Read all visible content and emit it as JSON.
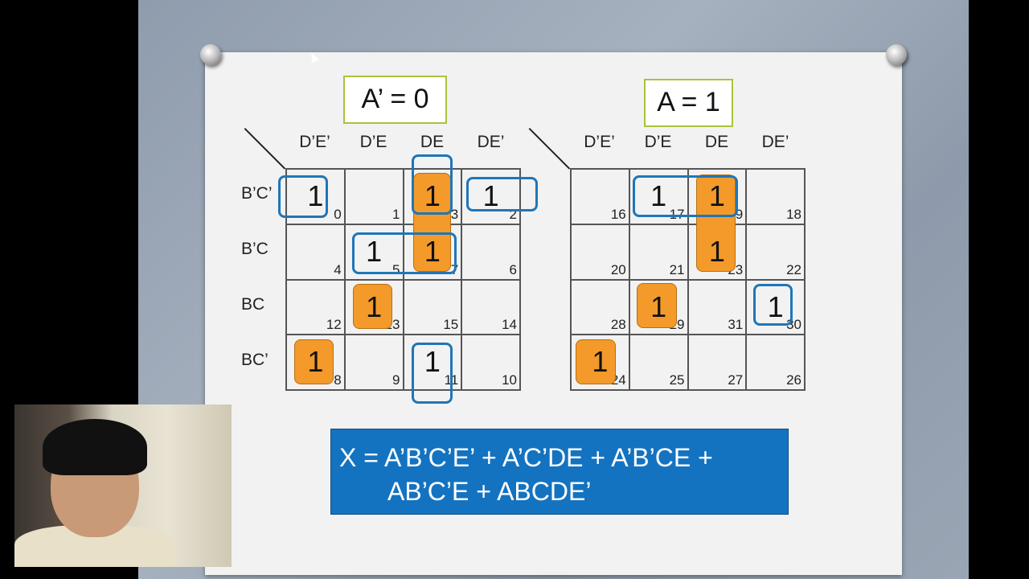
{
  "maps": [
    {
      "title": "A’ = 0",
      "col_headers": [
        "D’E’",
        "D’E",
        "DE",
        "DE’"
      ],
      "row_headers": [
        "B’C’",
        "B’C",
        "BC",
        "BC’"
      ],
      "cells": [
        [
          {
            "i": "0",
            "v": "1"
          },
          {
            "i": "1",
            "v": ""
          },
          {
            "i": "3",
            "v": "1"
          },
          {
            "i": "2",
            "v": "1"
          }
        ],
        [
          {
            "i": "4",
            "v": ""
          },
          {
            "i": "5",
            "v": "1"
          },
          {
            "i": "7",
            "v": "1"
          },
          {
            "i": "6",
            "v": ""
          }
        ],
        [
          {
            "i": "12",
            "v": ""
          },
          {
            "i": "13",
            "v": "1"
          },
          {
            "i": "15",
            "v": ""
          },
          {
            "i": "14",
            "v": ""
          }
        ],
        [
          {
            "i": "8",
            "v": "1"
          },
          {
            "i": "9",
            "v": ""
          },
          {
            "i": "11",
            "v": "1"
          },
          {
            "i": "10",
            "v": ""
          }
        ]
      ]
    },
    {
      "title": "A = 1",
      "col_headers": [
        "D’E’",
        "D’E",
        "DE",
        "DE’"
      ],
      "row_headers": [
        "",
        "",
        "",
        ""
      ],
      "cells": [
        [
          {
            "i": "16",
            "v": ""
          },
          {
            "i": "17",
            "v": "1"
          },
          {
            "i": "19",
            "v": "1"
          },
          {
            "i": "18",
            "v": ""
          }
        ],
        [
          {
            "i": "20",
            "v": ""
          },
          {
            "i": "21",
            "v": ""
          },
          {
            "i": "23",
            "v": "1"
          },
          {
            "i": "22",
            "v": ""
          }
        ],
        [
          {
            "i": "28",
            "v": ""
          },
          {
            "i": "29",
            "v": "1"
          },
          {
            "i": "31",
            "v": ""
          },
          {
            "i": "30",
            "v": "1"
          }
        ],
        [
          {
            "i": "24",
            "v": "1"
          },
          {
            "i": "25",
            "v": ""
          },
          {
            "i": "27",
            "v": ""
          },
          {
            "i": "26",
            "v": ""
          }
        ]
      ]
    }
  ],
  "formula": {
    "line1": "X = A’B’C’E’ + A’C’DE + A’B’CE +",
    "line2": "AB’C’E + ABCDE’"
  },
  "colors": {
    "orange_group": "#f39a2b",
    "blue_group": "#1f76b8",
    "formula_bg": "#1473c0",
    "title_border": "#a8c43a"
  }
}
